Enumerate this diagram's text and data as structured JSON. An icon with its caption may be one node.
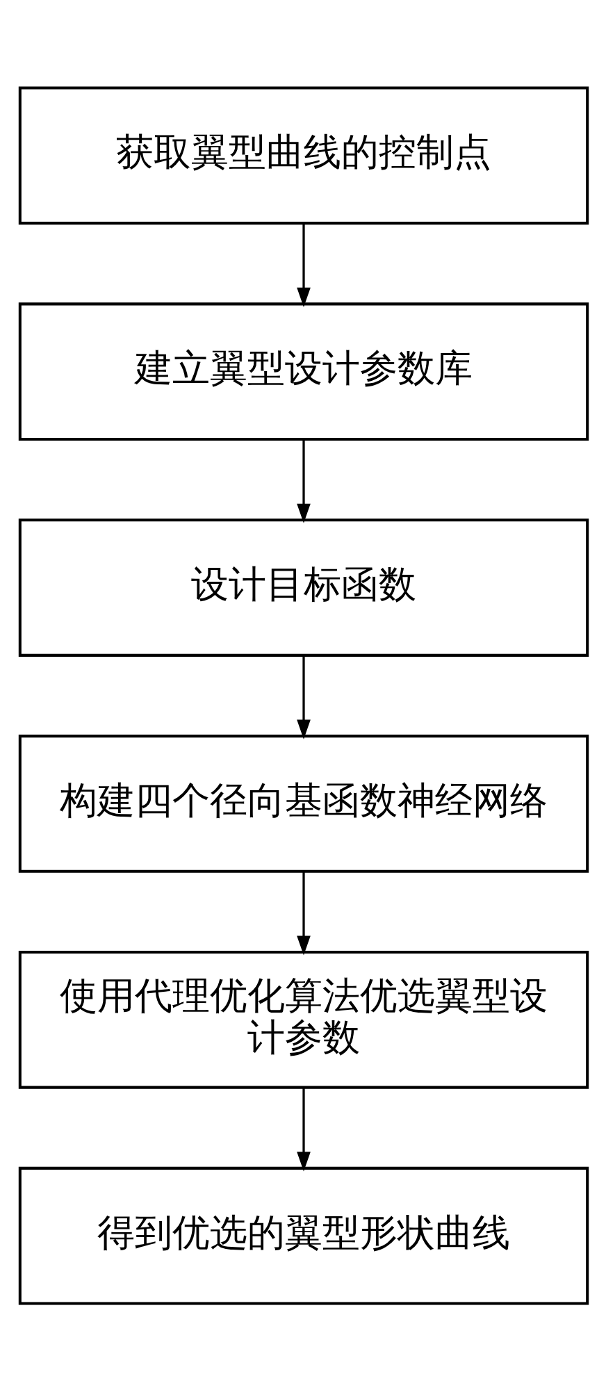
{
  "diagram": {
    "nodes": [
      {
        "text": [
          "获取翼型曲线的控制点"
        ]
      },
      {
        "text": [
          "建立翼型设计参数库"
        ]
      },
      {
        "text": [
          "设计目标函数"
        ]
      },
      {
        "text": [
          "构建四个径向基函数神经网络"
        ]
      },
      {
        "text": [
          "使用代理优化算法优选翼型设计参数"
        ]
      },
      {
        "text": [
          "得到优选的翼型形状曲线"
        ]
      }
    ],
    "edges": [
      {
        "from": 0,
        "to": 1,
        "arrow": "to"
      },
      {
        "from": 1,
        "to": 2,
        "arrow": "to"
      },
      {
        "from": 2,
        "to": 3,
        "arrow": "to"
      },
      {
        "from": 3,
        "to": 4,
        "arrow": "to"
      },
      {
        "from": 4,
        "to": 5,
        "arrow": "to"
      }
    ]
  }
}
